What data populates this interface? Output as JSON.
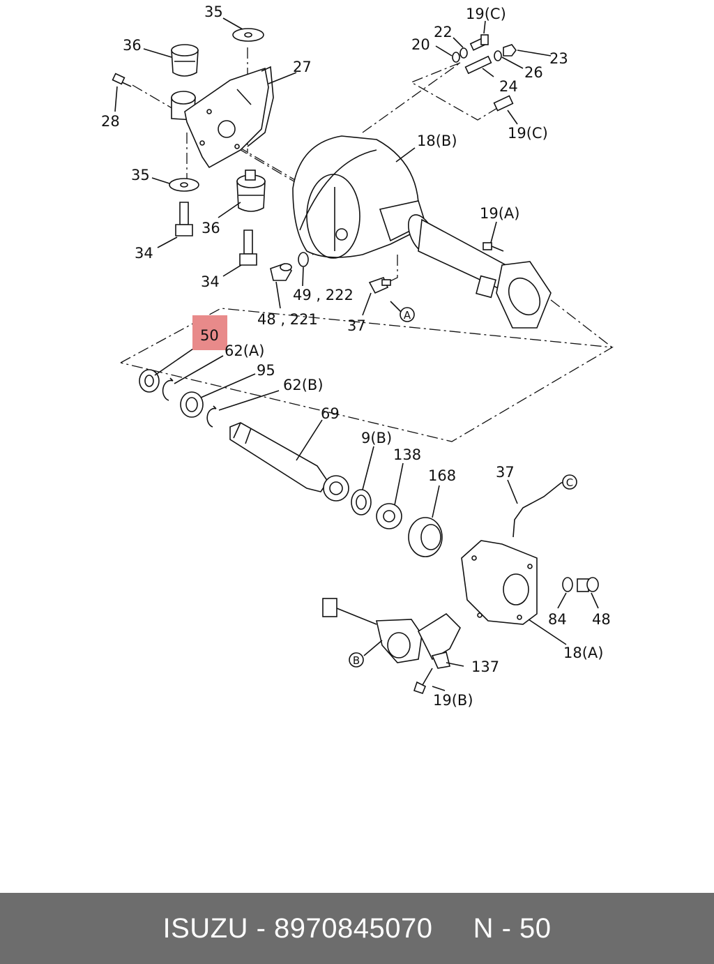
{
  "callouts": {
    "l35a": "35",
    "l36a": "36",
    "l27": "27",
    "l28": "28",
    "l35b": "35",
    "l36b": "36",
    "l34a": "34",
    "l34b": "34",
    "l48_221": "48 , 221",
    "l49_222": "49 , 222",
    "l37a": "37",
    "l19c_top": "19(C)",
    "l22": "22",
    "l20": "20",
    "l23": "23",
    "l26": "26",
    "l24": "24",
    "l19c_mid": "19(C)",
    "l18b": "18(B)",
    "l19a": "19(A)",
    "l50": "50",
    "l62a": "62(A)",
    "l95": "95",
    "l62b": "62(B)",
    "l69": "69",
    "l9b": "9(B)",
    "l138": "138",
    "l168": "168",
    "l37b": "37",
    "l84": "84",
    "l48b": "48",
    "l18a": "18(A)",
    "l137": "137",
    "l19b": "19(B)"
  },
  "circle_refs": {
    "A": "A",
    "B": "B",
    "C": "C"
  },
  "highlight": {
    "part_number": "50",
    "color": "#e88a8a"
  },
  "footer": {
    "text": "ISUZU - 8970845070     N - 50",
    "background": "#6d6d6d"
  }
}
